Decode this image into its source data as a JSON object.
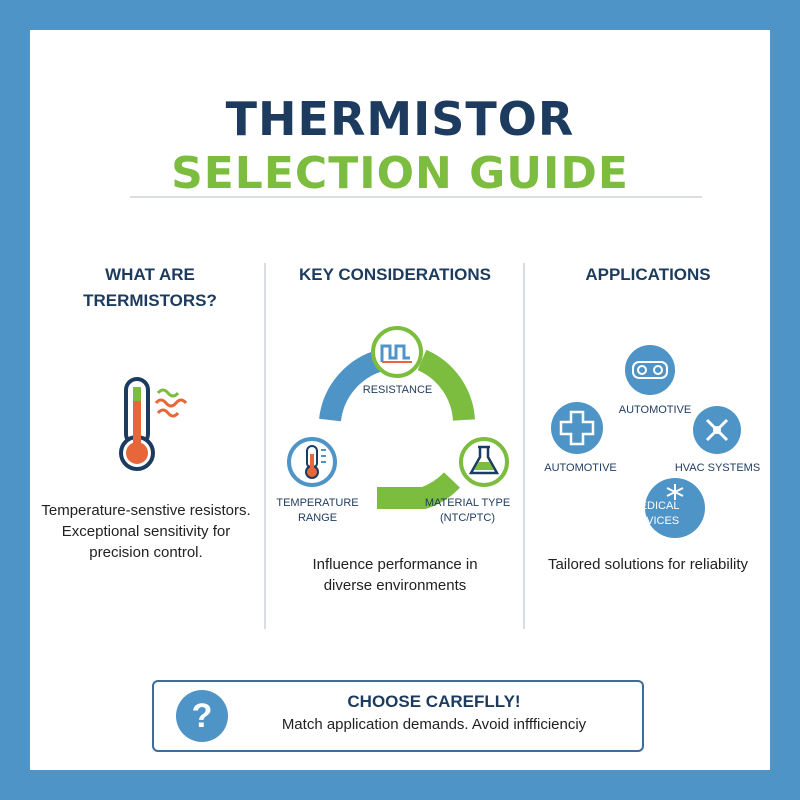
{
  "header": {
    "title_line1": "THERMISTOR",
    "title_line2": "SELECTION GUIDE"
  },
  "columns": [
    {
      "heading_line1": "WHAT ARE",
      "heading_line2": "TRERMISTORS?",
      "icon": "thermometer-icon",
      "text_line1": "Temperature-senstive resistors.",
      "text_line2": "Exceptional sensitivity for",
      "text_line3": "precision control."
    },
    {
      "heading": "KEY CONSIDERATIONS",
      "labels": {
        "resistance": "RESISTANCE",
        "temp_line1": "TEMPERATURE",
        "temp_line2": "RANGE",
        "material_line1": "MATERIAL TYPE",
        "material_line2": "(NTC/PTC)"
      },
      "text_line1": "Influence performance in",
      "text_line2": "diverse environments"
    },
    {
      "heading": "APPLICATIONS",
      "labels": {
        "automotive_top": "AUTOMOTIVE",
        "automotive_left": "AUTOMOTIVE",
        "hvac": "HVAC SYSTEMS",
        "medical_line1": "MEDICAL",
        "medical_line2": "DEVICES"
      },
      "text": "Tailored solutions for reliability"
    }
  ],
  "callout": {
    "icon": "question-icon",
    "symbol": "?",
    "title": "CHOOSE CAREFLLY!",
    "text": "Match application demands. Avoid inffficienciy"
  },
  "colors": {
    "background": "#4f94c6",
    "navy": "#1d3b5e",
    "green": "#7cbc3e",
    "blue": "#4f94c6",
    "orange": "#e8673a"
  }
}
